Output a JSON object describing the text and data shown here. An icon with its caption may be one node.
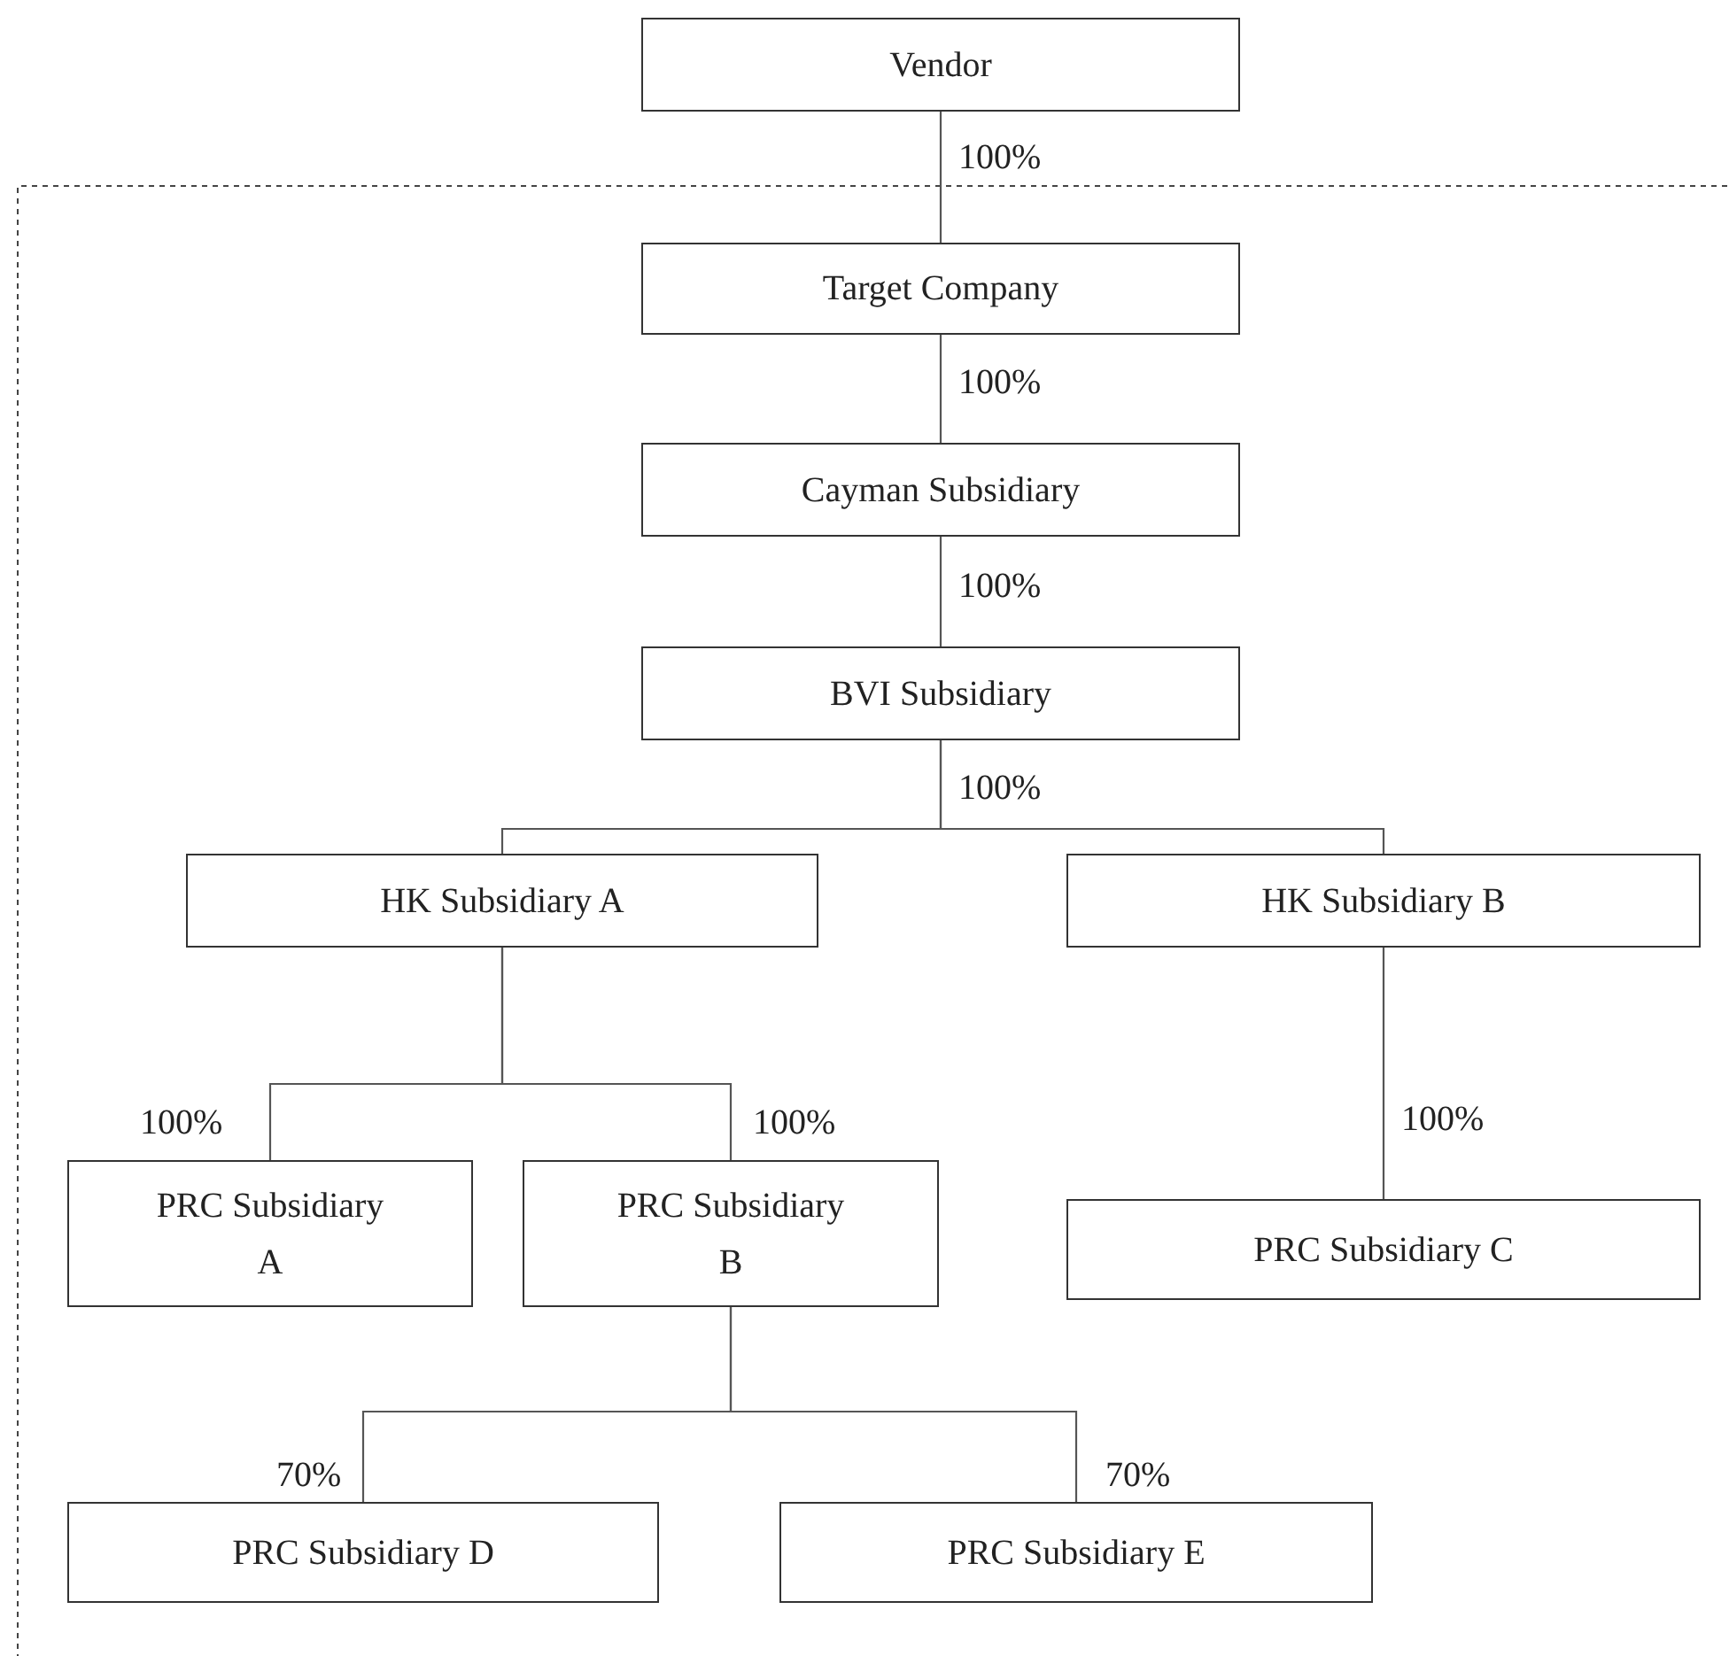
{
  "diagram": {
    "nodes": [
      {
        "text": [
          "Vendor"
        ]
      },
      {
        "text": [
          "Target Company"
        ]
      },
      {
        "text": [
          "Cayman Subsidiary"
        ]
      },
      {
        "text": [
          "BVI Subsidiary"
        ]
      },
      {
        "text": [
          "HK Subsidiary A"
        ]
      },
      {
        "text": [
          "HK Subsidiary B"
        ]
      },
      {
        "text": [
          "PRC Subsidiary A"
        ]
      },
      {
        "text": [
          "PRC Subsidiary B"
        ]
      },
      {
        "text": [
          "PRC Subsidiary C"
        ]
      },
      {
        "text": [
          "PRC Subsidiary D"
        ]
      },
      {
        "text": [
          "PRC Subsidiary E"
        ]
      }
    ],
    "edges": [
      {
        "from": 0,
        "to": 1,
        "arrow": "none",
        "label": "100%"
      },
      {
        "from": 1,
        "to": 2,
        "arrow": "none",
        "label": "100%"
      },
      {
        "from": 2,
        "to": 3,
        "arrow": "none",
        "label": "100%"
      },
      {
        "from": 3,
        "to": 4,
        "arrow": "none",
        "label": "100%"
      },
      {
        "from": 3,
        "to": 5,
        "arrow": "none"
      },
      {
        "from": 4,
        "to": 6,
        "arrow": "none",
        "label": "100%"
      },
      {
        "from": 4,
        "to": 7,
        "arrow": "none",
        "label": "100%"
      },
      {
        "from": 5,
        "to": 8,
        "arrow": "none",
        "label": "100%"
      },
      {
        "from": 7,
        "to": 9,
        "arrow": "none",
        "label": "70%"
      },
      {
        "from": 7,
        "to": 10,
        "arrow": "none",
        "label": "70%"
      }
    ]
  }
}
